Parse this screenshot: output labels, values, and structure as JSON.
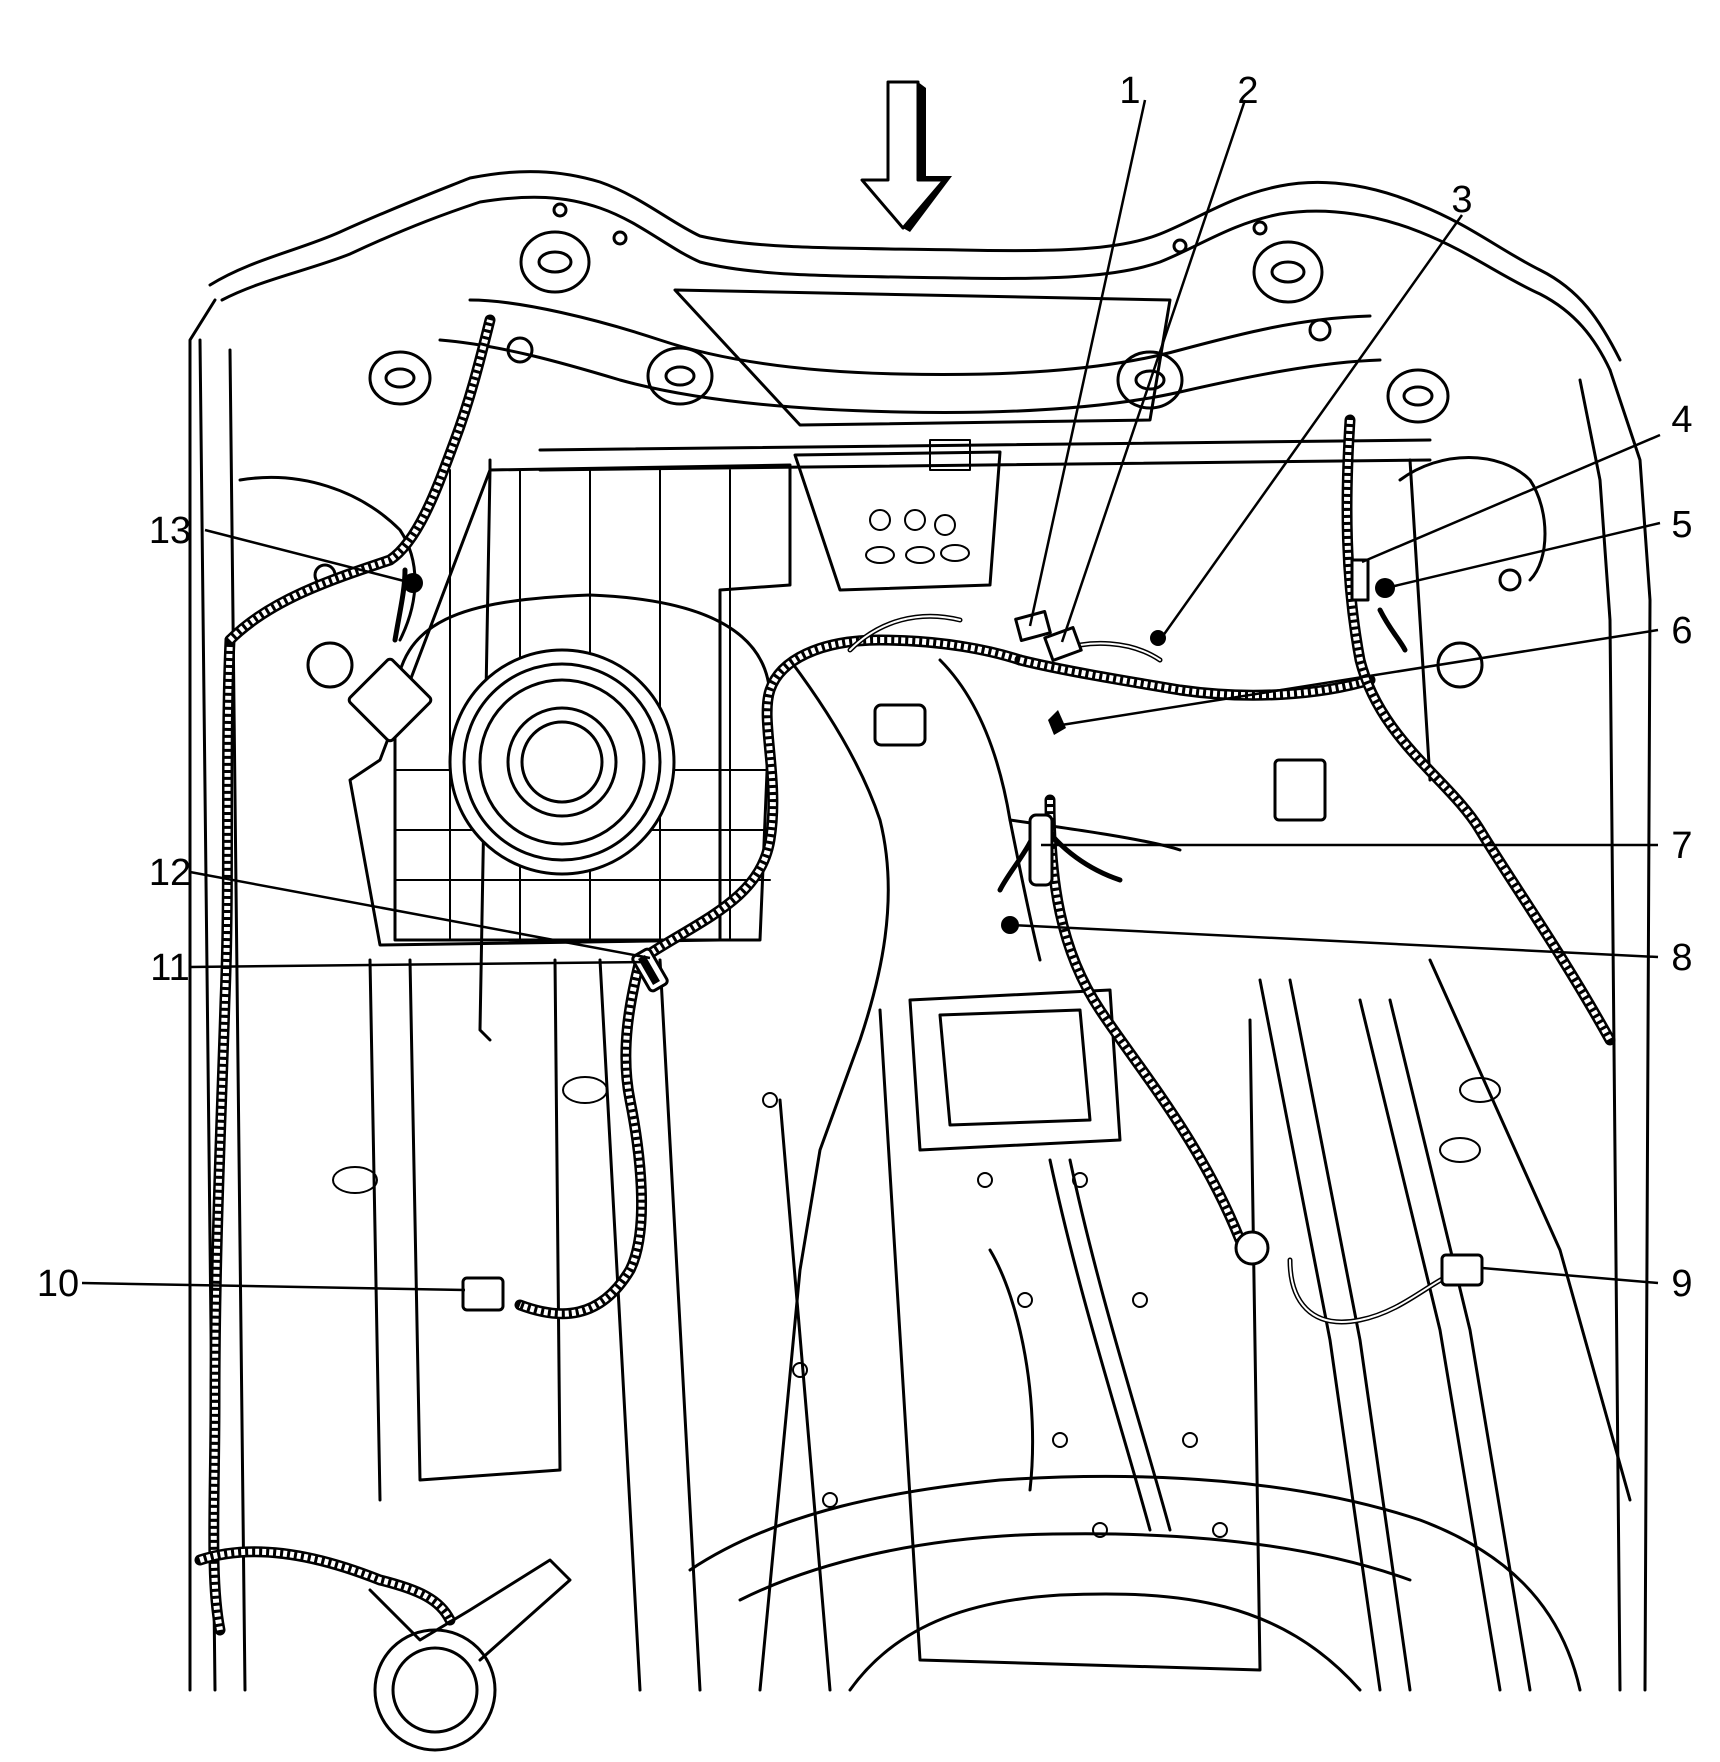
{
  "diagram": {
    "callouts": [
      {
        "id": "1",
        "label": "1"
      },
      {
        "id": "2",
        "label": "2"
      },
      {
        "id": "3",
        "label": "3"
      },
      {
        "id": "4",
        "label": "4"
      },
      {
        "id": "5",
        "label": "5"
      },
      {
        "id": "6",
        "label": "6"
      },
      {
        "id": "7",
        "label": "7"
      },
      {
        "id": "8",
        "label": "8"
      },
      {
        "id": "9",
        "label": "9"
      },
      {
        "id": "10",
        "label": "10"
      },
      {
        "id": "11",
        "label": "11"
      },
      {
        "id": "12",
        "label": "12"
      },
      {
        "id": "13",
        "label": "13"
      }
    ],
    "direction_arrow_icon": "down-arrow-icon"
  }
}
